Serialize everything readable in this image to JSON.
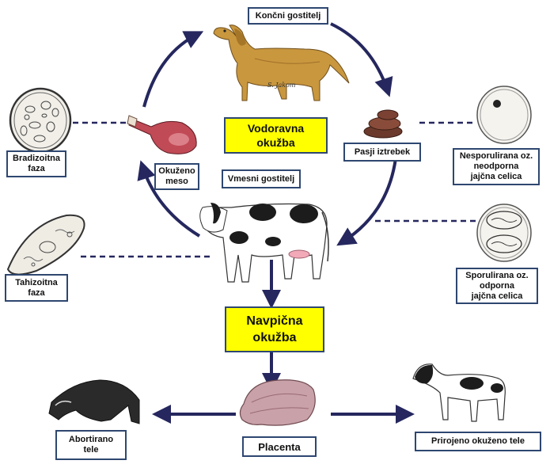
{
  "labels": {
    "final_host": "Končni gostitelj",
    "dog_feces": "Pasji iztrebek",
    "infected_meat": "Okuženo\nmeso",
    "intermediate_host": "Vmesni  gostitelj",
    "bradyzoite": "Bradizoitna\nfaza",
    "tachyzoite": "Tahizoitna\nfaza",
    "unsporulated_egg": "Nesporulirana oz.\nneodporna\njajčna celica",
    "sporulated_egg": "Sporulirana oz.\nodporna\njajčna celica",
    "aborted_calf": "Abortirano\ntele",
    "placenta": "Placenta",
    "congenital_calf": "Prirojeno okuženo tele"
  },
  "highlights": {
    "horizontal_infection": "Vodoravna\nokužba",
    "vertical_infection": "Navpična\nokužba"
  },
  "signature": "S. Jakom",
  "colors": {
    "arrow": "#25275e",
    "box_border": "#2e4770",
    "highlight": "#ffff00"
  }
}
